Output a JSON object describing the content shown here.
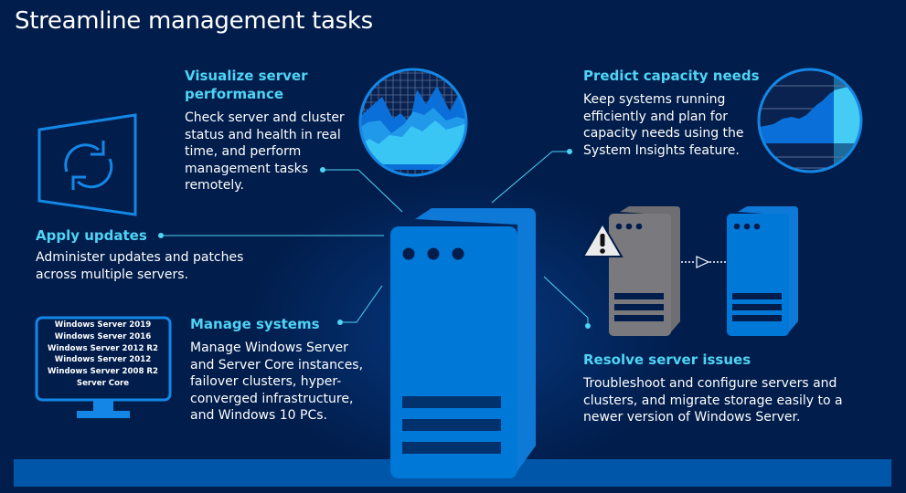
{
  "title": "Streamline management tasks",
  "colors": {
    "background": "#011d4c",
    "accent_cyan": "#4fd4f5",
    "brand_blue": "#0078d7",
    "bottom_bar": "#0056a8",
    "failed_server_gray": "#7a7a7a"
  },
  "sections": {
    "visualize": {
      "heading_line1": "Visualize server",
      "heading_line2": "performance",
      "body_lines": [
        "Check server and cluster",
        "status and health in real",
        "time, and perform",
        "management tasks",
        "remotely."
      ],
      "icon": "area-chart-icon"
    },
    "predict": {
      "heading": "Predict capacity needs",
      "body_lines": [
        "Keep systems running",
        "efficiently and plan for",
        "capacity needs using the",
        "System Insights feature."
      ],
      "icon": "forecast-chart-icon"
    },
    "apply_updates": {
      "heading": "Apply updates",
      "body_lines": [
        "Administer updates and patches",
        "across multiple servers."
      ],
      "icon": "update-window-icon"
    },
    "manage": {
      "heading": "Manage systems",
      "body_lines": [
        "Manage Windows Server",
        "and Server Core instances,",
        "failover clusters, hyper-",
        "converged infrastructure,",
        "and Windows 10 PCs."
      ],
      "icon": "monitor-icon",
      "monitor_items": [
        "Windows Server 2019",
        "Windows Server 2016",
        "Windows Server 2012 R2",
        "Windows Server 2012",
        "Windows Server 2008 R2",
        "Server Core"
      ]
    },
    "resolve": {
      "heading": "Resolve server issues",
      "body_lines": [
        "Troubleshoot and configure servers and",
        "clusters, and migrate storage easily to a",
        "newer version of Windows Server."
      ],
      "icons": [
        "warning-icon",
        "failed-server-icon",
        "migrate-arrow-icon",
        "healthy-server-icon"
      ]
    }
  }
}
